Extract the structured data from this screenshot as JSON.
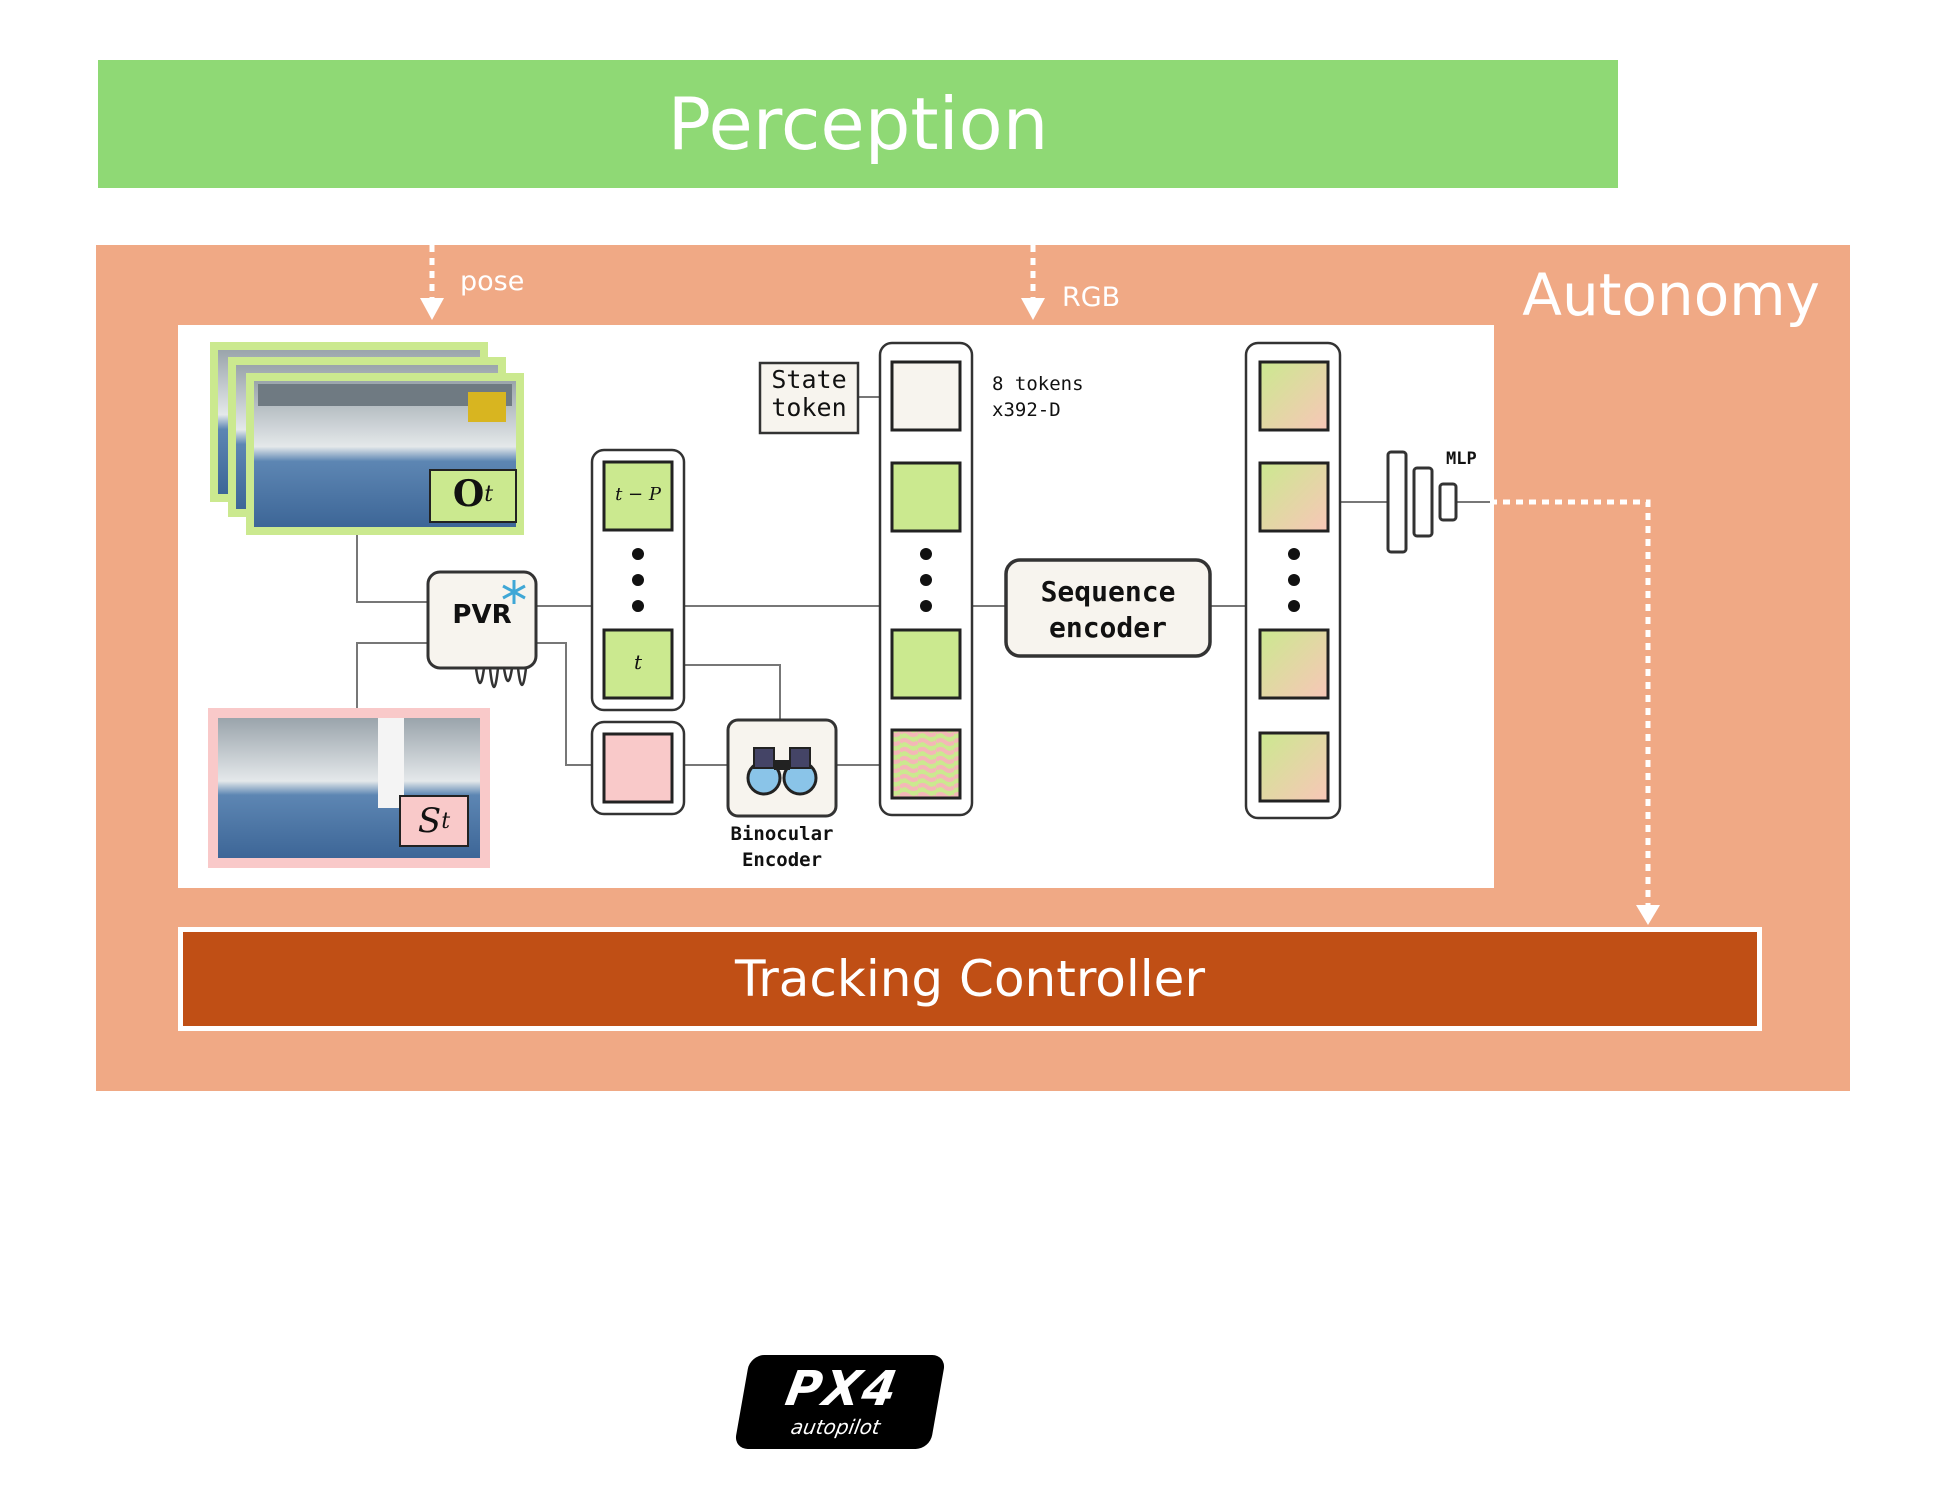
{
  "perception": {
    "label": "Perception",
    "color": "#8fd975"
  },
  "autonomy": {
    "label": "Autonomy",
    "color": "#f0a985"
  },
  "arrows": {
    "pose_label": "pose",
    "rgb_label": "RGB"
  },
  "diagram": {
    "observation_label": "O",
    "observation_sub": "t",
    "state_image_label": "S",
    "state_image_sub": "t",
    "pvr_label": "PVR",
    "frame_first_label": "t − P",
    "frame_last_label": "t",
    "state_token_label_1": "State",
    "state_token_label_2": "token",
    "tokens_note_1": "8 tokens",
    "tokens_note_2": "x392-D",
    "sequence_encoder_label_1": "Sequence",
    "sequence_encoder_label_2": "encoder",
    "binocular_label_1": "Binocular",
    "binocular_label_2": "Encoder",
    "mlp_label": "MLP",
    "token_green": "#cbe98f",
    "token_pink": "#f9c9c9"
  },
  "tracking_controller": {
    "label": "Tracking Controller",
    "color": "#c04f15"
  },
  "logo": {
    "main": "PX4",
    "sub": "autopilot"
  }
}
